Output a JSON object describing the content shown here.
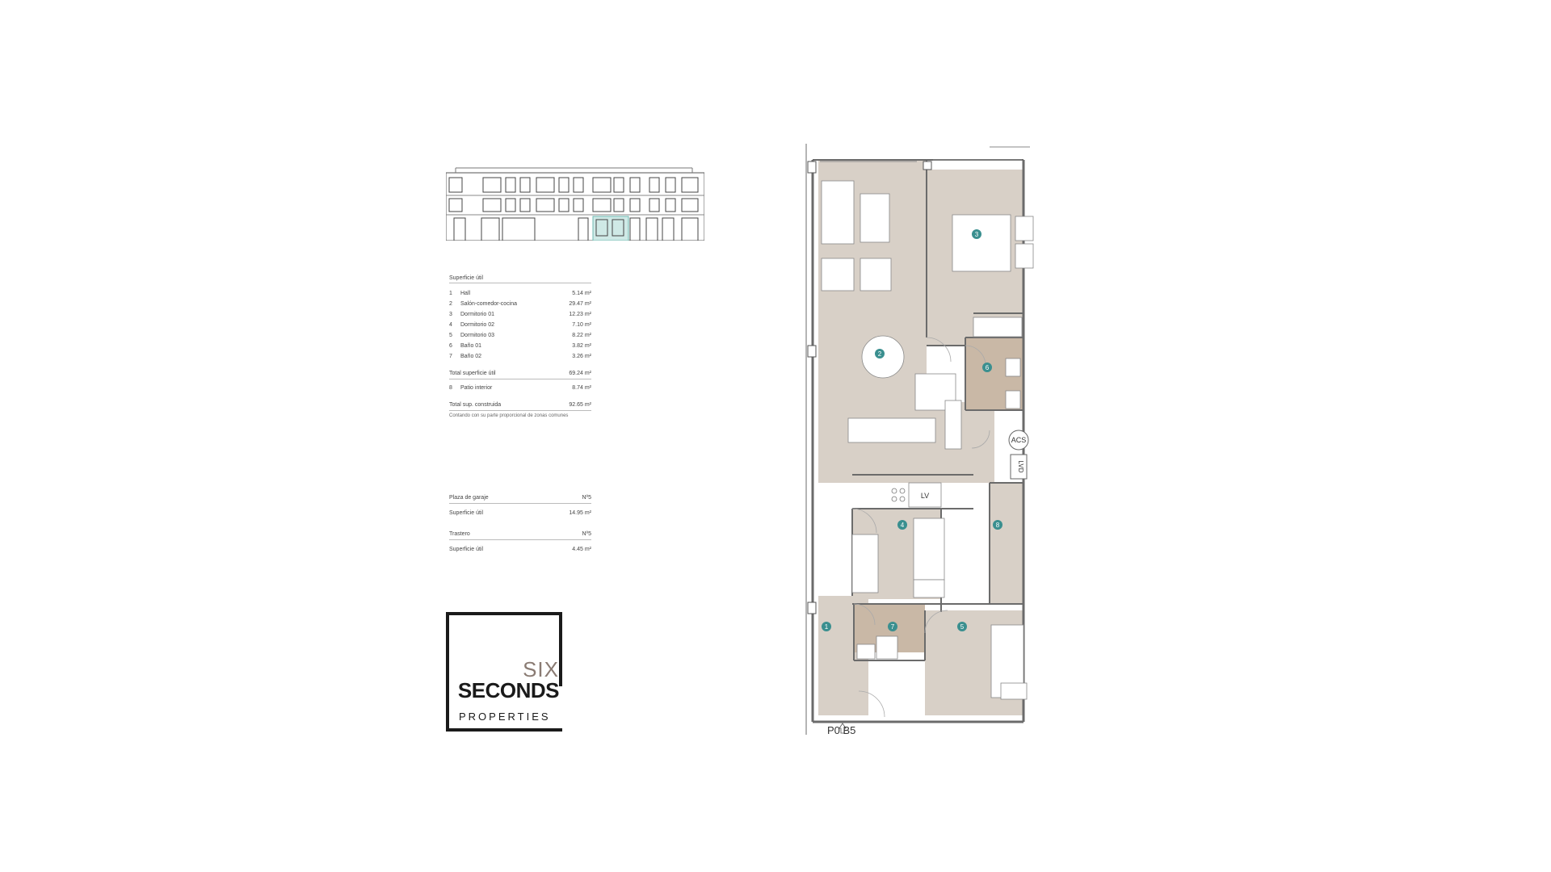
{
  "areas": {
    "title": "Superficie útil",
    "rooms": [
      {
        "n": "1",
        "name": "Hall",
        "value": "5.14 m²"
      },
      {
        "n": "2",
        "name": "Salón-comedor-cocina",
        "value": "29.47 m²"
      },
      {
        "n": "3",
        "name": "Dormitorio 01",
        "value": "12.23 m²"
      },
      {
        "n": "4",
        "name": "Dormitorio 02",
        "value": "7.10 m²"
      },
      {
        "n": "5",
        "name": "Dormitorio 03",
        "value": "8.22 m²"
      },
      {
        "n": "6",
        "name": "Baño 01",
        "value": "3.82 m²"
      },
      {
        "n": "7",
        "name": "Baño 02",
        "value": "3.26 m²"
      }
    ],
    "total_useful_label": "Total superficie útil",
    "total_useful_value": "69.24 m²",
    "patio": {
      "n": "8",
      "name": "Patio interior",
      "value": "8.74 m²"
    },
    "total_built_label": "Total sup. construida",
    "total_built_value": "92.65 m²",
    "note": "Contando con su parte proporcional de zonas comunes"
  },
  "garage": {
    "label": "Plaza de garaje",
    "number": "Nº5",
    "area_label": "Superficie útil",
    "area_value": "14.95 m²"
  },
  "storage": {
    "label": "Trastero",
    "number": "Nº5",
    "area_label": "Superficie útil",
    "area_value": "4.45 m²"
  },
  "logo": {
    "line1": "SIX",
    "line2": "SECONDS",
    "line3": "PROPERTIES"
  },
  "plan": {
    "unit": "P0 B5",
    "tags": {
      "acs": "ACS",
      "lvd": "LVD",
      "lv": "LV"
    },
    "markers": [
      "1",
      "2",
      "3",
      "4",
      "5",
      "6",
      "7",
      "8"
    ],
    "colors": {
      "floor": "#d8d0c7",
      "bath": "#c9b8a6",
      "wall": "#6b6b6b",
      "marker": "#3a8f8f",
      "highlight": "#7fc4bd"
    }
  }
}
